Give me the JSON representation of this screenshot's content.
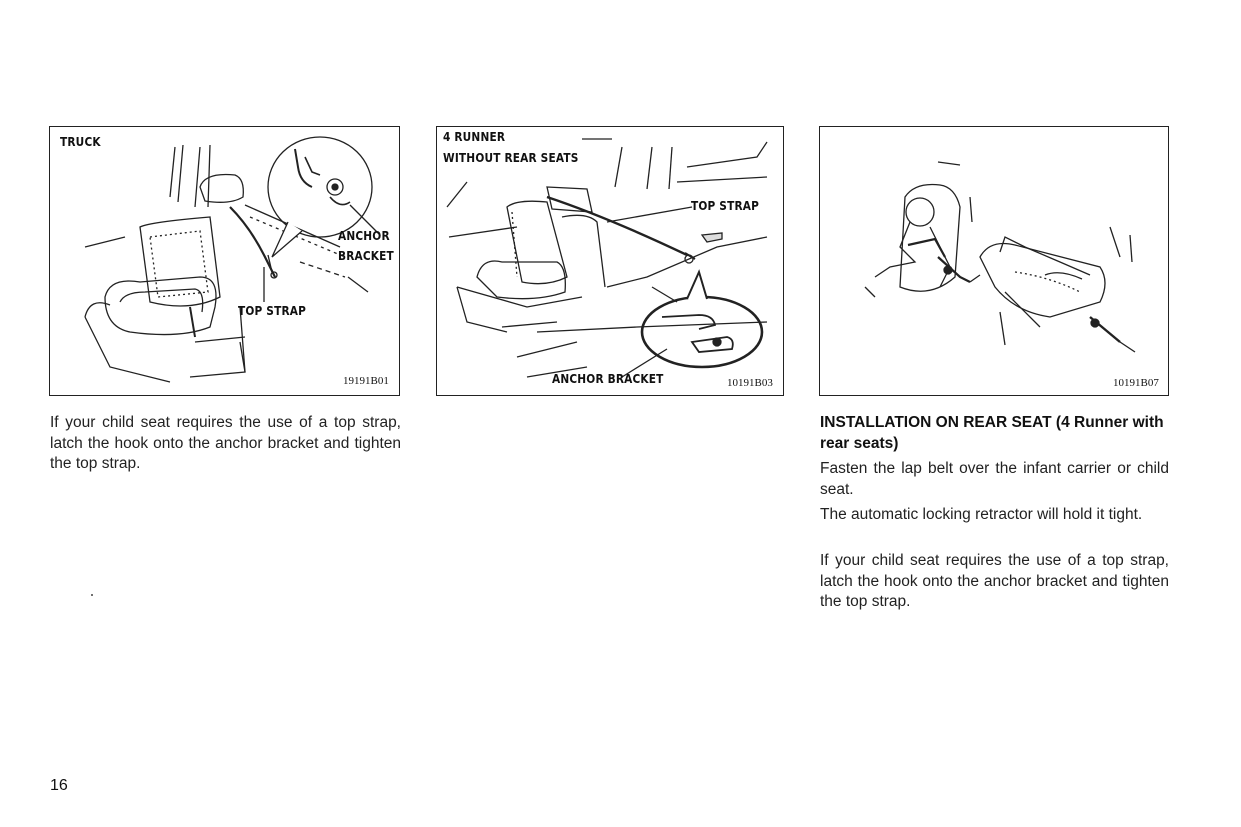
{
  "figures": {
    "truck": {
      "title": "TRUCK",
      "anchor_label_line1": "ANCHOR",
      "anchor_label_line2": "BRACKET",
      "top_strap_label": "TOP STRAP",
      "code": "19191B01"
    },
    "runner": {
      "title_line1": "4 RUNNER",
      "title_line2": "WITHOUT REAR SEATS",
      "top_strap_label": "TOP STRAP",
      "anchor_bracket_label": "ANCHOR BRACKET",
      "code": "10191B03"
    },
    "rear": {
      "code": "10191B07"
    }
  },
  "left_column": {
    "paragraph": "If your child seat requires the use of a top strap, latch the hook onto the anchor bracket and tighten the top strap."
  },
  "right_column": {
    "heading": "INSTALLATION ON REAR SEAT (4 Runner with rear seats)",
    "paragraphs": [
      "Fasten the lap belt over the infant carrier or child seat.",
      "The automatic locking retractor will hold it tight.",
      "If your child seat requires the use of a top strap, latch the hook onto the anchor bracket and tighten the top strap."
    ]
  },
  "page_number": "16"
}
